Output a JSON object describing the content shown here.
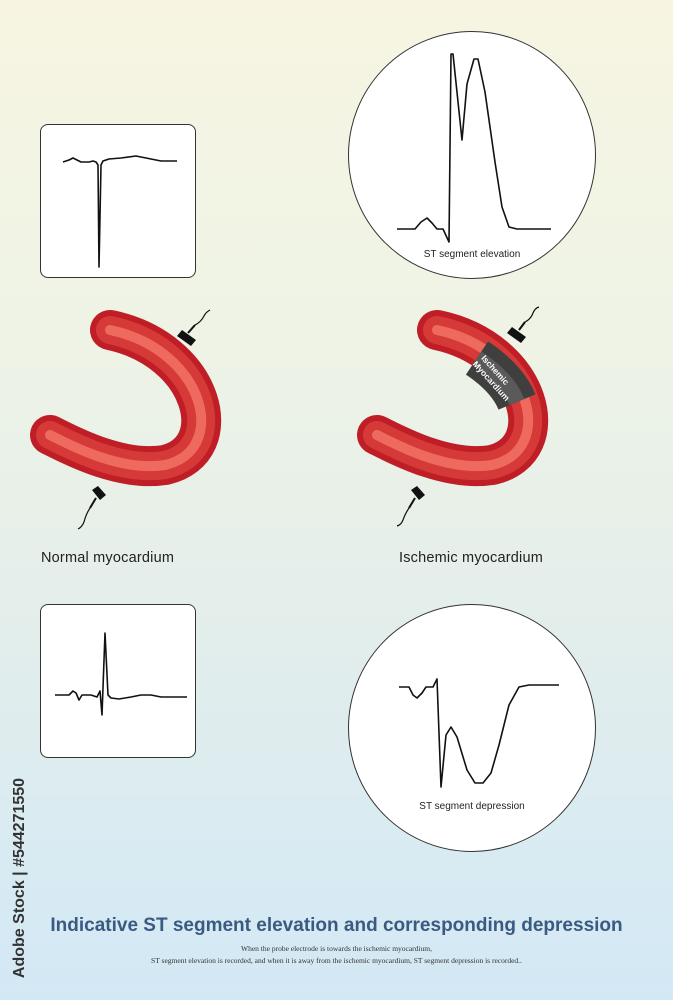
{
  "panels": {
    "elevation_caption": "ST segment elevation",
    "depression_caption": "ST segment depression",
    "ischemic_zone_label_line1": "Ischemic",
    "ischemic_zone_label_line2": "Myocardium"
  },
  "labels": {
    "normal": "Normal myocardium",
    "ischemic": "Ischemic myocardium"
  },
  "title": "Indicative ST segment elevation and corresponding depression",
  "subtitle_line1": "When the probe electrode is towards the ischemic myocardium,",
  "subtitle_line2": "ST segment elevation is recorded, and when it is away from the ischemic myocardium, ST segment depression is recorded..",
  "stock_id": "Adobe Stock | #544271550",
  "colors": {
    "muscle": "#c8242b",
    "muscle_highlight": "#ef6e62",
    "ischemic_zone": "#4a4a4a",
    "title": "#3a5a82",
    "trace": "#111111"
  }
}
